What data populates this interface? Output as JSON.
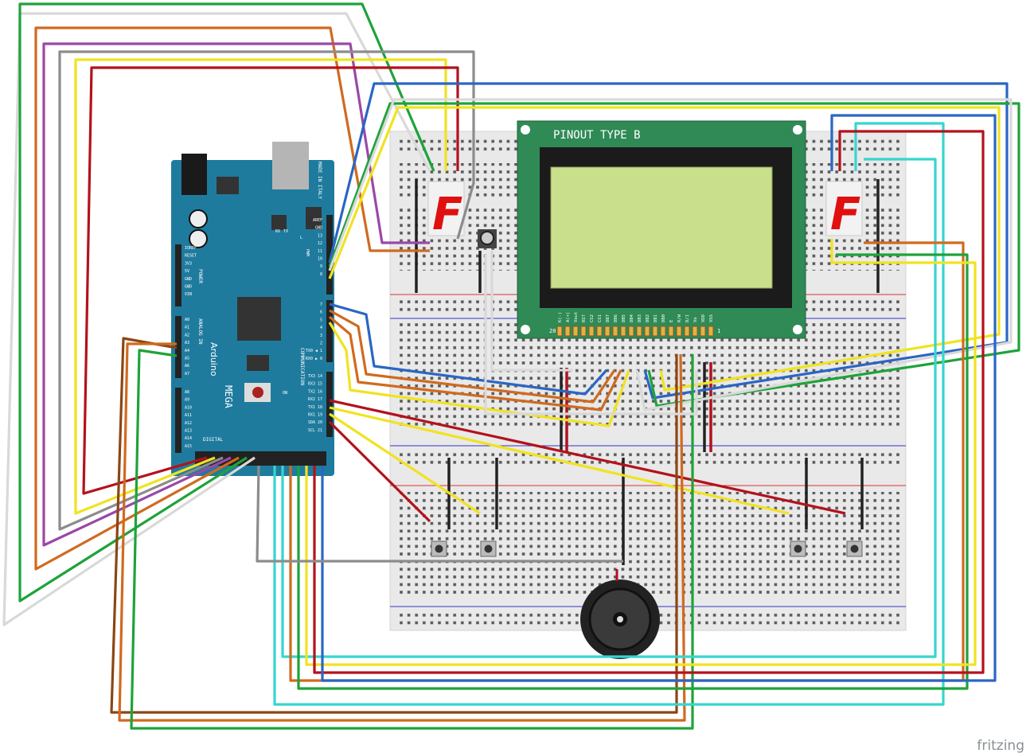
{
  "lcd": {
    "title": "PINOUT TYPE B",
    "pin_first": "20",
    "pin_last": "1",
    "pins": [
      "K(-)",
      "A(+)",
      "Vout",
      "RST",
      "CS2",
      "CS1",
      "DB7",
      "DB6",
      "DB5",
      "DB4",
      "DB3",
      "DB2",
      "DB1",
      "DB0",
      "E",
      "R/W",
      "D/I",
      "Vo",
      "VDD",
      "VSS"
    ],
    "screen_color": "#c9df8c",
    "board_color": "#2f8a55"
  },
  "arduino": {
    "brand": "Arduino",
    "model": "MEGA",
    "made_in": "MADE IN ITALY",
    "power_header": "POWER",
    "analog_header": "ANALOG IN",
    "digital_header": "DIGITAL",
    "pwm_header": "PWM",
    "comm_header": "COMMUNICATION",
    "power_pins": [
      "IOREF",
      "RESET",
      "3V3",
      "5V",
      "GND",
      "GND",
      "VIN"
    ],
    "analog_pins_a": [
      "A0",
      "A1",
      "A2",
      "A3",
      "A4",
      "A5",
      "A6",
      "A7"
    ],
    "analog_pins_b": [
      "A8",
      "A9",
      "A10",
      "A11",
      "A12",
      "A13",
      "A14",
      "A15"
    ],
    "pwm_pins": [
      "AREF",
      "GND",
      "13",
      "12",
      "11",
      "10",
      "9",
      "8"
    ],
    "pwm_pins_b": [
      "7",
      "6",
      "5",
      "4",
      "3",
      "2",
      "TX0 ◀ 1",
      "RX0 ▶ 0"
    ],
    "comm_pins": [
      "TX3 14",
      "RX3 15",
      "TX2 16",
      "RX2 17",
      "TX1 18",
      "RX1 19",
      "SDA 20",
      "SCL 21"
    ],
    "tx_label": "TX",
    "rx_label": "RX",
    "l_label": "L",
    "on_label": "ON",
    "board_color": "#1f7b9e"
  },
  "seven_segment": {
    "left_digit": "F",
    "right_digit": "F"
  },
  "wire_colors": {
    "red": "#b3121c",
    "blue": "#2a66c4",
    "green": "#1ea33a",
    "yellow": "#f0e320",
    "orange": "#d06a1f",
    "brown": "#8a4615",
    "purple": "#9a48a8",
    "gray": "#8c8c8c",
    "white": "#e8e8e8",
    "cyan": "#35d6cf",
    "black": "#222222"
  },
  "footer": {
    "brand": "fritzing"
  }
}
